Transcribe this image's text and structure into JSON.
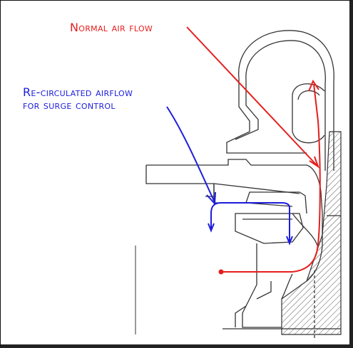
{
  "annotations": {
    "normal_flow": {
      "text": "Normal air flow",
      "color": "#e41e1e"
    },
    "recirculated_flow": {
      "line1": "Re-circulated airflow",
      "line2": "for surge control",
      "color": "#1c1cdc"
    }
  },
  "colors": {
    "drawing": "#333333",
    "hatch": "#555555",
    "frame": "#222222"
  }
}
